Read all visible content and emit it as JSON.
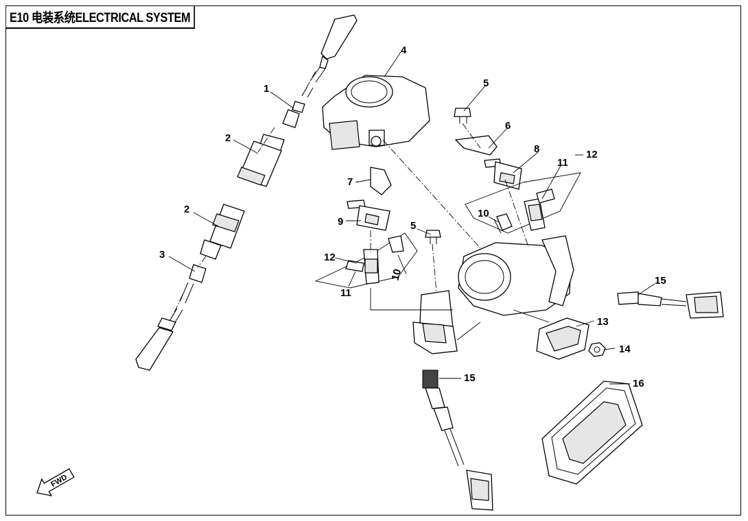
{
  "title": "E10 电装系统ELECTRICAL SYSTEM",
  "fwd_label": "FWD",
  "callouts": {
    "c1": "1",
    "c2a": "2",
    "c2b": "2",
    "c3": "3",
    "c4": "4",
    "c5a": "5",
    "c5b": "5",
    "c6": "6",
    "c7": "7",
    "c8": "8",
    "c9": "9",
    "c10a": "10",
    "c10b": "10",
    "c11a": "11",
    "c11b": "11",
    "c12a": "12",
    "c12b": "12",
    "c13": "13",
    "c14": "14",
    "c15a": "15",
    "c15b": "15",
    "c16": "16"
  }
}
